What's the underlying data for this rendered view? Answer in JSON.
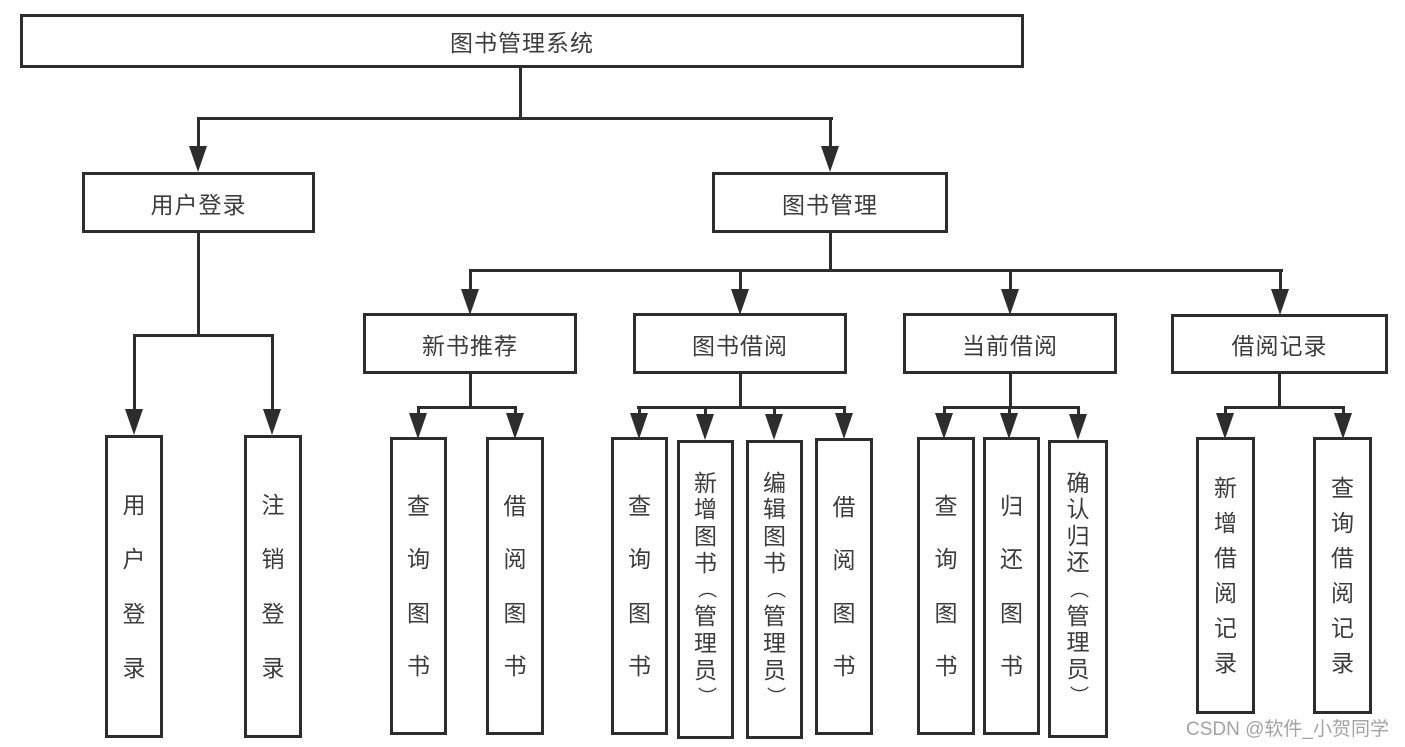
{
  "tree": {
    "label": "图书管理系统",
    "children": [
      {
        "label": "用户登录",
        "children": [
          {
            "label": "用户登录"
          },
          {
            "label": "注销登录"
          }
        ]
      },
      {
        "label": "图书管理",
        "children": [
          {
            "label": "新书推荐",
            "children": [
              {
                "label": "查询图书"
              },
              {
                "label": "借阅图书"
              }
            ]
          },
          {
            "label": "图书借阅",
            "children": [
              {
                "label": "查询图书"
              },
              {
                "label": "新增图书（管理员）"
              },
              {
                "label": "编辑图书（管理员）"
              },
              {
                "label": "借阅图书"
              }
            ]
          },
          {
            "label": "当前借阅",
            "children": [
              {
                "label": "查询图书"
              },
              {
                "label": "归还图书"
              },
              {
                "label": "确认归还（管理员）"
              }
            ]
          },
          {
            "label": "借阅记录",
            "children": [
              {
                "label": "新增借阅记录"
              },
              {
                "label": "查询借阅记录"
              }
            ]
          }
        ]
      }
    ]
  },
  "watermark": "CSDN @软件_小贺同学",
  "colors": {
    "line": "#2d2d2d",
    "box_border": "#2d2d2d",
    "text": "#3c3c3c",
    "background": "#ffffff",
    "watermark": "#a3a3a3"
  }
}
